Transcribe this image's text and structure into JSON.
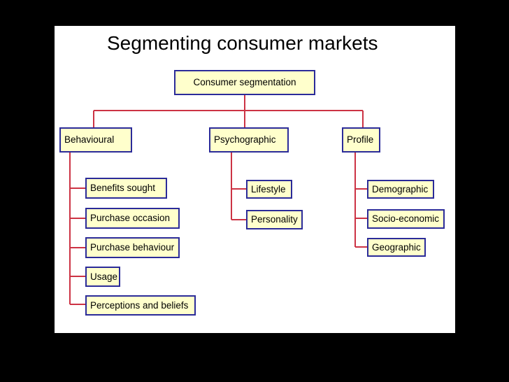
{
  "title": "Segmenting consumer markets",
  "colors": {
    "node_fill": "#ffffcc",
    "node_border": "#2b2b99",
    "connector": "#cc3344"
  },
  "root": {
    "label": "Consumer segmentation"
  },
  "categories": [
    {
      "label": "Behavioural",
      "children": [
        "Benefits sought",
        "Purchase occasion",
        "Purchase behaviour",
        "Usage",
        "Perceptions and beliefs"
      ]
    },
    {
      "label": "Psychographic",
      "children": [
        "Lifestyle",
        "Personality"
      ]
    },
    {
      "label": "Profile",
      "children": [
        "Demographic",
        "Socio-economic",
        "Geographic"
      ]
    }
  ]
}
